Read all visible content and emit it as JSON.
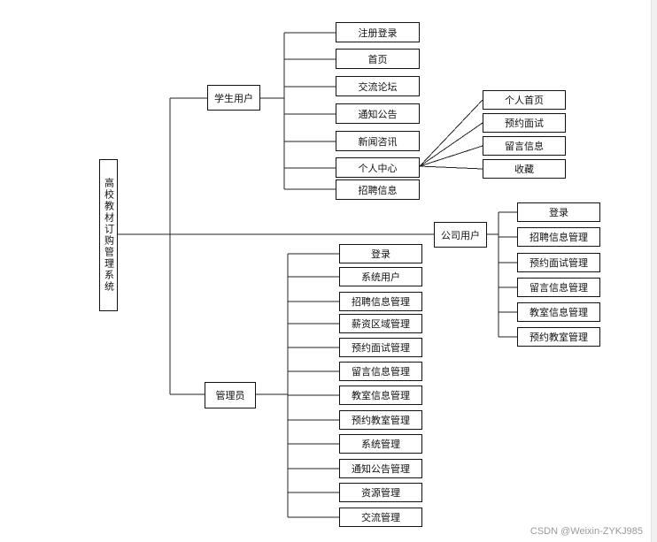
{
  "root": "高校教材订购管理系统",
  "student": {
    "label": "学生用户",
    "items": [
      "注册登录",
      "首页",
      "交流论坛",
      "通知公告",
      "新闻咨讯",
      "个人中心",
      "招聘信息"
    ],
    "personal_center_items": [
      "个人首页",
      "预约面试",
      "留言信息",
      "收藏"
    ]
  },
  "company": {
    "label": "公司用户",
    "items": [
      "登录",
      "招聘信息管理",
      "预约面试管理",
      "留言信息管理",
      "教室信息管理",
      "预约教室管理"
    ]
  },
  "admin": {
    "label": "管理员",
    "items": [
      "登录",
      "系统用户",
      "招聘信息管理",
      "薪资区域管理",
      "预约面试管理",
      "留言信息管理",
      "教室信息管理",
      "预约教室管理",
      "系统管理",
      "通知公告管理",
      "资源管理",
      "交流管理"
    ]
  },
  "watermark": "CSDN @Weixin-ZYKJ985"
}
